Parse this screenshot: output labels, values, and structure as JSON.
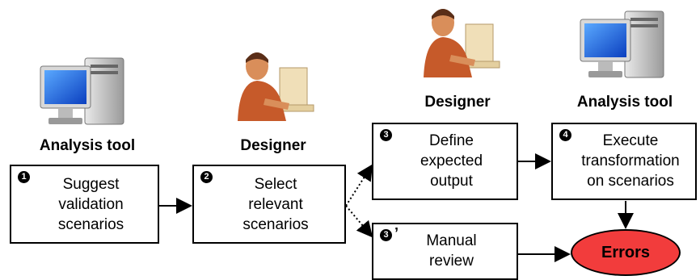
{
  "actors": {
    "analysis_tool_1": "Analysis tool",
    "designer_1": "Designer",
    "designer_2": "Designer",
    "analysis_tool_2": "Analysis tool"
  },
  "steps": {
    "s1": {
      "number": "1",
      "text": "Suggest\nvalidation\nscenarios"
    },
    "s2": {
      "number": "2",
      "text": "Select\nrelevant\nscenarios"
    },
    "s3": {
      "number": "3",
      "text": "Define\nexpected\noutput"
    },
    "s3p": {
      "number": "3",
      "text": "Manual\nreview"
    },
    "s4": {
      "number": "4",
      "text": "Execute\ntransformation\non scenarios"
    }
  },
  "result": {
    "label": "Errors"
  }
}
